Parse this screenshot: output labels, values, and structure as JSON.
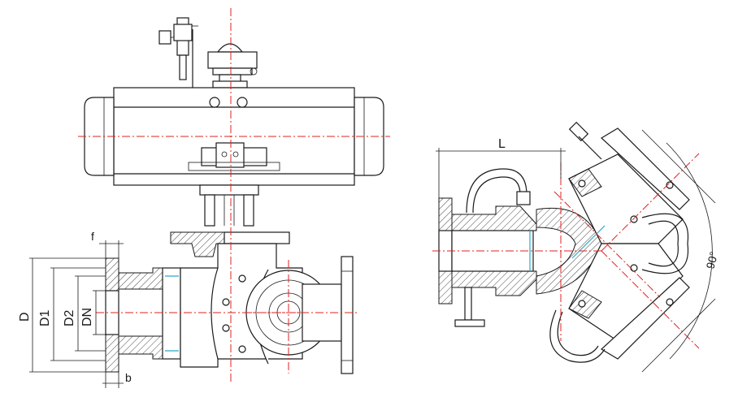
{
  "labels": {
    "D": "D",
    "D1": "D1",
    "D2": "D2",
    "DN": "DN",
    "f": "f",
    "b": "b",
    "L": "L",
    "angle": "90°"
  },
  "colors": {
    "outline": "#1a1a1a",
    "centerline": "#e02020",
    "gasket": "#2aa8c8"
  }
}
